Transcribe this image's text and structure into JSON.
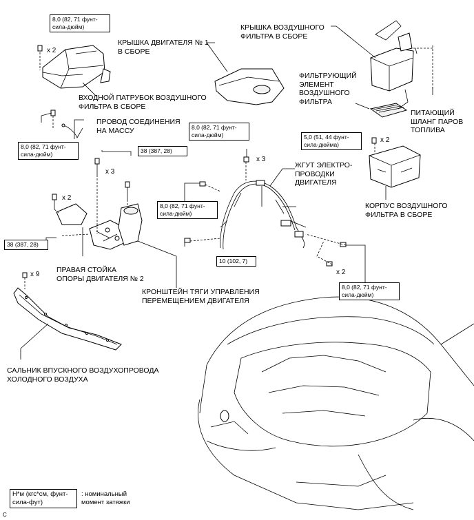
{
  "labels": {
    "engine_cover": "КРЫШКА ДВИГАТЕЛЯ № 1\nВ СБОРЕ",
    "air_filter_cap": "КРЫШКА ВОЗДУШНОГО\nФИЛЬТРА В СБОРЕ",
    "filter_element": "ФИЛЬТРУЮЩИЙ\nЭЛЕМЕНТ\nВОЗДУШНОГО\nФИЛЬТРА",
    "fuel_vapor_hose": "ПИТАЮЩИЙ\nШЛАНГ ПАРОВ\nТОПЛИВА",
    "inlet_duct": "ВХОДНОЙ ПАТРУБОК ВОЗДУШНОГО\nФИЛЬТРА В СБОРЕ",
    "ground_wire": "ПРОВОД СОЕДИНЕНИЯ\nНА МАССУ",
    "wire_harness": "ЖГУТ ЭЛЕКТРО-\nПРОВОДКИ\nДВИГАТЕЛЯ",
    "air_cleaner_case": "КОРПУС ВОЗДУШНОГО\nФИЛЬТРА В СБОРЕ",
    "mount_stay": "ПРАВАЯ СТОЙКА\nОПОРЫ ДВИГАТЕЛЯ № 2",
    "control_rod_bracket": "КРОНШТЕЙН ТЯГИ УПРАВЛЕНИЯ\nПЕРЕМЕЩЕНИЕМ ДВИГАТЕЛЯ",
    "cool_air_seal": "САЛЬНИК ВПУСКНОГО ВОЗДУХОПРОВОДА\nХОЛОДНОГО ВОЗДУХА"
  },
  "torques": {
    "t_inlet": "8,0 (82, 71 фунт-\nсила-дюйм)",
    "t_ground": "8,0 (82, 71 фунт-\nсила-дюйм)",
    "t_38_top": "38 (387, 28)",
    "t_38_left": "38 (387, 28)",
    "t_harness_top": "8,0 (82, 71 фунт-\nсила-дюйм)",
    "t_harness_left": "8,0 (82, 71 фунт-\nсила-дюйм)",
    "t_10": "10 (102, 7)",
    "t_case": "5,0 (51, 44 фунт-\nсила-дюйма)",
    "t_harness_right": "8,0 (82, 71 фунт-\nсила-дюйм)"
  },
  "quantities": {
    "q_inlet": "x 2",
    "q_stay_bolts": "x 3",
    "q_stay_left": "x 2",
    "q_harness_nuts": "x 3",
    "q_case": "x 2",
    "q_harness_right": "x 2",
    "q_seal": "x 9"
  },
  "legend": {
    "unit": "Н*м (кгс*см, фунт-\nсила-фут)",
    "description": ": номинальный\nмомент затяжки"
  },
  "corner_mark": "C"
}
